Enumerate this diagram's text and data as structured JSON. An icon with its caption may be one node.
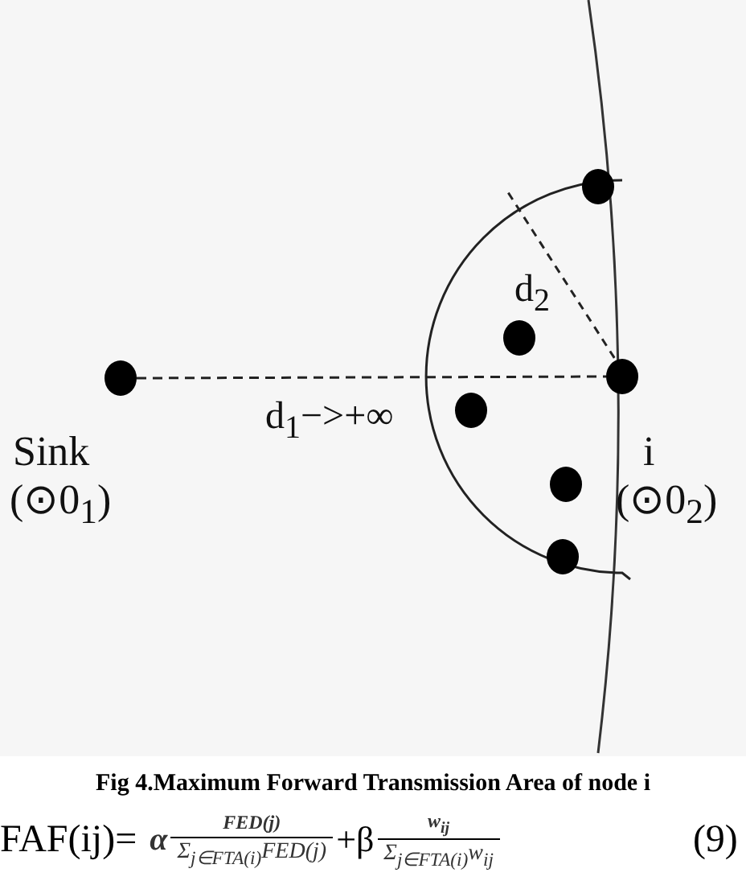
{
  "diagram": {
    "caption": "Fig 4.Maximum Forward Transmission Area of node i",
    "nodes": [
      {
        "text": [],
        "shape": "circle",
        "beside": [
          "Sink",
          "(⊙0$_{1}$)"
        ]
      },
      {
        "text": [],
        "shape": "circle"
      },
      {
        "text": [],
        "shape": "circle"
      },
      {
        "text": [],
        "shape": "circle"
      },
      {
        "text": [],
        "shape": "circle",
        "beside": [
          "i",
          "(⊙0$_{2}$)"
        ]
      },
      {
        "text": [],
        "shape": "circle"
      },
      {
        "text": [],
        "shape": "circle"
      }
    ],
    "edges": [
      {
        "from": 0,
        "to": 4,
        "arrow": "none",
        "style": "dashed",
        "label": "d$_{1}$−>+∞"
      }
    ],
    "labels": [
      "d$_{2}$",
      "FAF(ij)=",
      "α",
      "FED(j)",
      "Σ$_{j∈FTA(i)}$FED(j)",
      "+β",
      "w$_{ij}$",
      "Σ$_{j∈FTA(i)}$w$_{ij}$",
      "(9)"
    ]
  }
}
